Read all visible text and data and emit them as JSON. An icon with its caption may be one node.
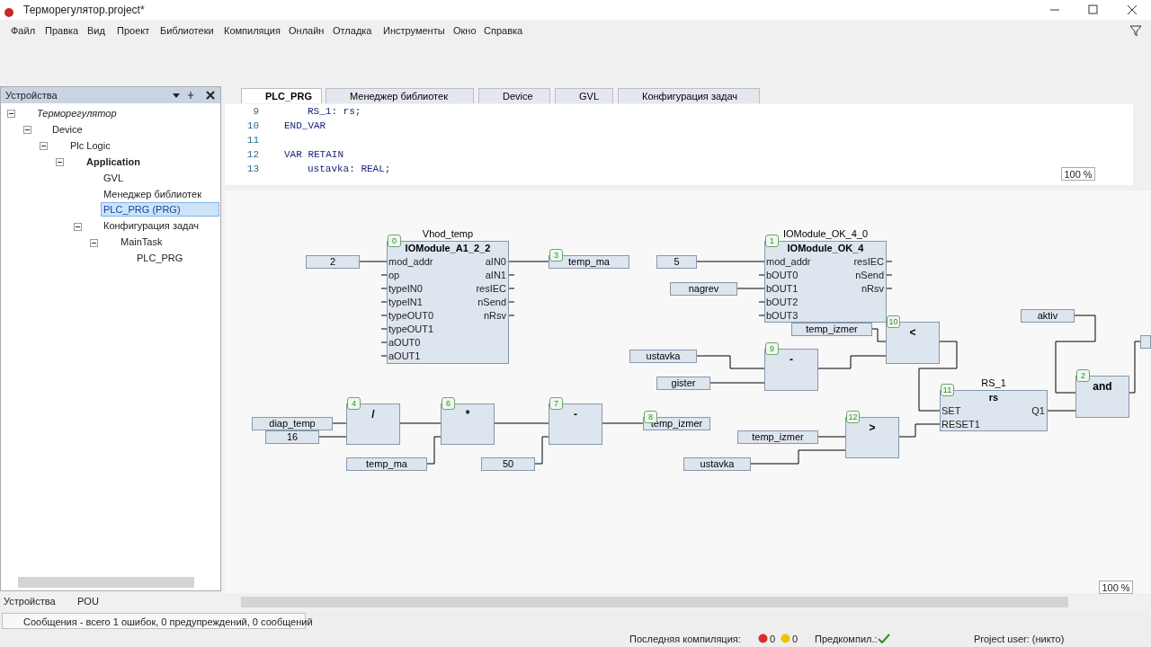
{
  "diagram": {
    "nodes": [
      {
        "text": [
          "Vhod_temp",
          "IOModule_A1_2_2",
          "mod_addr",
          "op",
          "typeIN0",
          "typeIN1",
          "typeOUT0",
          "typeOUT1",
          "aOUT0",
          "aOUT1",
          "aIN0",
          "aIN1",
          "resIEC",
          "nSend",
          "nRsv"
        ],
        "beside": [
          "0"
        ]
      },
      {
        "text": [
          "2"
        ]
      },
      {
        "text": [
          "temp_ma"
        ],
        "beside": [
          "3"
        ]
      },
      {
        "text": [
          "IOModule_OK_4_0",
          "IOModule_OK_4",
          "mod_addr",
          "bOUT0",
          "bOUT1",
          "bOUT2",
          "bOUT3",
          "resIEC",
          "nSend",
          "nRsv"
        ],
        "beside": [
          "1"
        ]
      },
      {
        "text": [
          "5"
        ]
      },
      {
        "text": [
          "nagrev"
        ]
      },
      {
        "text": [
          "temp_izmer"
        ]
      },
      {
        "text": [
          "<"
        ],
        "beside": [
          "10"
        ]
      },
      {
        "text": [
          "ustavka"
        ]
      },
      {
        "text": [
          "gister"
        ]
      },
      {
        "text": [
          "-"
        ],
        "beside": [
          "9"
        ]
      },
      {
        "text": [
          "aktiv"
        ]
      },
      {
        "text": [
          "and"
        ],
        "beside": [
          "2"
        ]
      },
      {
        "text": [
          "RS_1",
          "rs",
          "SET",
          "RESET1",
          "Q1"
        ],
        "beside": [
          "11"
        ]
      },
      {
        "text": [
          "diap_temp"
        ]
      },
      {
        "text": [
          "16"
        ]
      },
      {
        "text": [
          "/"
        ],
        "beside": [
          "4"
        ]
      },
      {
        "text": [
          "temp_ma"
        ]
      },
      {
        "text": [
          "*"
        ],
        "beside": [
          "6"
        ]
      },
      {
        "text": [
          "50"
        ]
      },
      {
        "text": [
          "-"
        ],
        "beside": [
          "7"
        ]
      },
      {
        "text": [
          "temp_izmer"
        ],
        "beside": [
          "8"
        ]
      },
      {
        "text": [
          "temp_izmer"
        ]
      },
      {
        "text": [
          ">"
        ],
        "beside": [
          "12"
        ]
      },
      {
        "text": [
          "ustavka"
        ]
      },
      {
        "text": [],
        "shape": "box"
      }
    ],
    "edges": [
      {
        "from": 1,
        "to": 0,
        "arrow": "none"
      },
      {
        "from": 0,
        "to": 2,
        "arrow": "none"
      },
      {
        "from": 4,
        "to": 3,
        "arrow": "none"
      },
      {
        "from": 5,
        "to": 3,
        "arrow": "none"
      },
      {
        "from": 6,
        "to": 7,
        "arrow": "none"
      },
      {
        "from": 10,
        "to": 7,
        "arrow": "none"
      },
      {
        "from": 8,
        "to": 10,
        "arrow": "none"
      },
      {
        "from": 9,
        "to": 10,
        "arrow": "none"
      },
      {
        "from": 7,
        "to": 13,
        "arrow": "none"
      },
      {
        "from": 23,
        "to": 13,
        "arrow": "none"
      },
      {
        "from": 11,
        "to": 12,
        "arrow": "none"
      },
      {
        "from": 13,
        "to": 12,
        "arrow": "none"
      },
      {
        "from": 12,
        "to": 25,
        "arrow": "none"
      },
      {
        "from": 14,
        "to": 16,
        "arrow": "none"
      },
      {
        "from": 15,
        "to": 16,
        "arrow": "none"
      },
      {
        "from": 16,
        "to": 18,
        "arrow": "none"
      },
      {
        "from": 17,
        "to": 18,
        "arrow": "none"
      },
      {
        "from": 18,
        "to": 20,
        "arrow": "none"
      },
      {
        "from": 19,
        "to": 20,
        "arrow": "none"
      },
      {
        "from": 20,
        "to": 21,
        "arrow": "none"
      },
      {
        "from": 22,
        "to": 23,
        "arrow": "none"
      },
      {
        "from": 24,
        "to": 23,
        "arrow": "none"
      }
    ],
    "labels": [
      "Терморегулятор.project*",
      "Файл",
      "Правка",
      "Вид",
      "Проект",
      "Библиотеки",
      "Компиляция",
      "Онлайн",
      "Отладка",
      "Инструменты",
      "Окно",
      "Справка",
      "Устройства",
      "Терморегулятор",
      "Device",
      "Plc Logic",
      "Application",
      "GVL",
      "Менеджер библиотек",
      "PLC_PRG (PRG)",
      "Конфигурация задач",
      "MainTask",
      "PLC_PRG",
      "PLC_PRG",
      "Менеджер библиотек",
      "Device",
      "GVL",
      "Конфигурация задач",
      "9",
      "RS_1: rs;",
      "10",
      "END_VAR",
      "11",
      "12",
      "VAR RETAIN",
      "13",
      "ustavka: REAL;",
      "100 %",
      "100 %",
      "Устройства",
      "POU",
      "Сообщения - всего 1 ошибок, 0 предупреждений, 0 сообщений",
      "Последняя компиляция:",
      "0",
      "0",
      "Предкомпил.:",
      "Project user: (никто)"
    ]
  }
}
